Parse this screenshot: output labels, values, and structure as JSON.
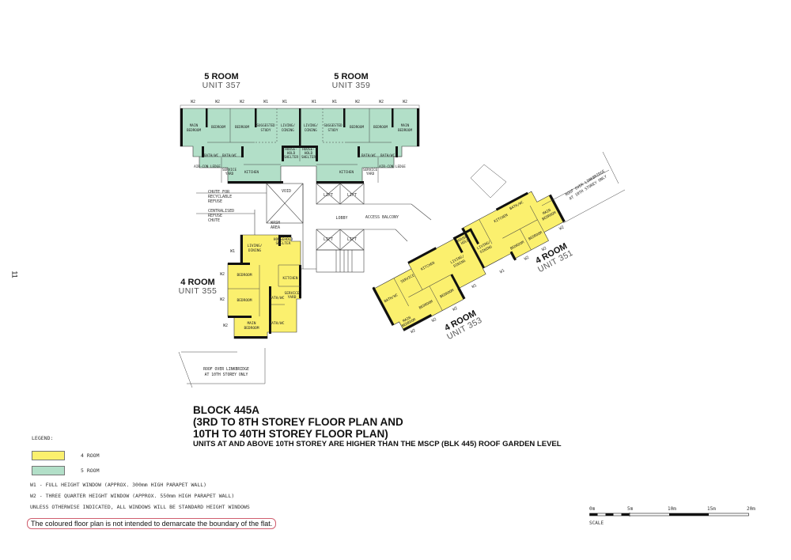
{
  "page_number": "11",
  "units": {
    "u357": {
      "type": "5 ROOM",
      "unit": "UNIT  357"
    },
    "u359": {
      "type": "5 ROOM",
      "unit": "UNIT  359"
    },
    "u355": {
      "type": "4 ROOM",
      "unit": "UNIT  355"
    },
    "u353": {
      "type": "4 ROOM",
      "unit": "UNIT  353"
    },
    "u351": {
      "type": "4 ROOM",
      "unit": "UNIT  351"
    }
  },
  "window_labels_top": [
    "W2",
    "W2",
    "W2",
    "W1",
    "W1",
    "W1",
    "W1",
    "W2",
    "W2",
    "W2"
  ],
  "rooms": {
    "main_bedroom": "MAIN BEDROOM",
    "bedroom": "BEDROOM",
    "suggested_study": "SUGGESTED STUDY",
    "living_dining": "LIVING/ DINING",
    "household_shelter": "HOUSE- HOLD SHELTER",
    "kitchen": "KITCHEN",
    "service_yard": "SERVICE YARD",
    "bath_wc": "BATH/WC",
    "aircon_ledge": "AIR-CON LEDGE"
  },
  "common_areas": {
    "void": "VOID",
    "lift": "LIFT",
    "lobby": "LOBBY",
    "access_balcony": "ACCESS BALCONY",
    "wash_area": "WASH AREA",
    "chute_recyclable": "CHUTE FOR RECYCLABLE REFUSE",
    "centralised_chute": "CENTRALISED REFUSE CHUTE",
    "roof_linkbridge": "ROOF OVER LINKBRIDGE AT 10TH STOREY ONLY"
  },
  "title": {
    "line1": "BLOCK 445A",
    "line2": "(3RD TO 8TH STOREY FLOOR PLAN AND",
    "line3": "10TH TO 40TH STOREY FLOOR PLAN)",
    "note": "UNITS AT AND ABOVE 10TH STOREY ARE HIGHER THAN THE MSCP (BLK 445) ROOF GARDEN LEVEL"
  },
  "legend": {
    "heading": "LEGEND:",
    "items": [
      {
        "label": "4 ROOM",
        "color": "#fbf06e"
      },
      {
        "label": "5 ROOM",
        "color": "#b2dfc8"
      }
    ],
    "w1": "W1 - FULL HEIGHT WINDOW (APPROX. 300mm HIGH PARAPET WALL)",
    "w2": "W2 - THREE QUARTER HEIGHT WINDOW (APPROX. 550mm HIGH PARAPET WALL)",
    "note": "UNLESS OTHERWISE INDICATED, ALL WINDOWS WILL BE STANDARD HEIGHT WINDOWS"
  },
  "disclaimer": "The coloured floor plan is not intended to demarcate the boundary of the flat.",
  "scale": {
    "ticks": [
      "0m",
      "5m",
      "10m",
      "15m",
      "20m"
    ],
    "label": "SCALE"
  },
  "colors": {
    "four_room": "#fbf06e",
    "five_room": "#b2dfc8",
    "wall": "#111111",
    "disclaimer_border": "#d06070"
  }
}
